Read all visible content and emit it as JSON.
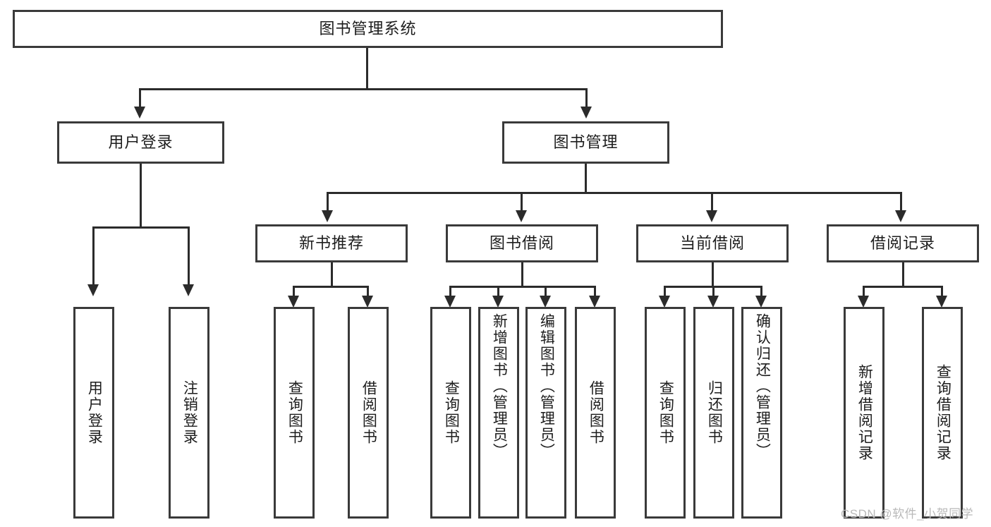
{
  "diagram": {
    "type": "hierarchy-tree",
    "title": "图书管理系统",
    "root": {
      "label": "图书管理系统"
    },
    "level2": [
      {
        "label": "用户登录"
      },
      {
        "label": "图书管理"
      }
    ],
    "level3": [
      {
        "label": "新书推荐"
      },
      {
        "label": "图书借阅"
      },
      {
        "label": "当前借阅"
      },
      {
        "label": "借阅记录"
      }
    ],
    "leaves": {
      "user_login": [
        {
          "label": "用户登录"
        },
        {
          "label": "注销登录"
        }
      ],
      "new_book_recommend": [
        {
          "label": "查询图书"
        },
        {
          "label": "借阅图书"
        }
      ],
      "book_borrow": [
        {
          "label": "查询图书"
        },
        {
          "label": "新增图书（管理员）"
        },
        {
          "label": "编辑图书（管理员）"
        },
        {
          "label": "借阅图书"
        }
      ],
      "current_borrow": [
        {
          "label": "查询图书"
        },
        {
          "label": "归还图书"
        },
        {
          "label": "确认归还（管理员）"
        }
      ],
      "borrow_record": [
        {
          "label": "新增借阅记录"
        },
        {
          "label": "查询借阅记录"
        }
      ]
    }
  },
  "watermark": {
    "text": "CSDN @软件_小贺同学"
  },
  "colors": {
    "box_border": "#3a3a3a",
    "connector": "#2b2b2b",
    "background": "#ffffff",
    "text": "#1d1d1d",
    "watermark": "#b9b9b9"
  }
}
